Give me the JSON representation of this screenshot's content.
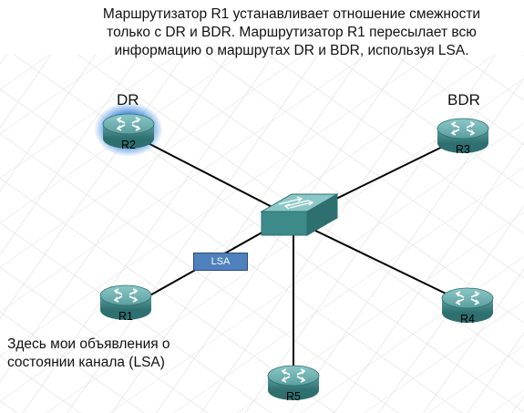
{
  "caption": {
    "line1": "Маршрутизатор R1 устанавливает отношение смежности",
    "line2": "только с DR и BDR. Маршрутизатор R1 пересылает всю",
    "line3": "информацию о маршрутах DR и BDR, используя LSA."
  },
  "roles": {
    "dr": "DR",
    "bdr": "BDR"
  },
  "routers": {
    "r1": "R1",
    "r2": "R2",
    "r3": "R3",
    "r4": "R4",
    "r5": "R5"
  },
  "lsa_label": "LSA",
  "note": {
    "line1": "Здесь мои объявления о",
    "line2": "состоянии канала (LSA)"
  },
  "colors": {
    "router": "#3d8a8a",
    "router_top": "#6fb0b0",
    "highlight": "#2f7fd6",
    "lsa_box": "#4f81bd"
  }
}
